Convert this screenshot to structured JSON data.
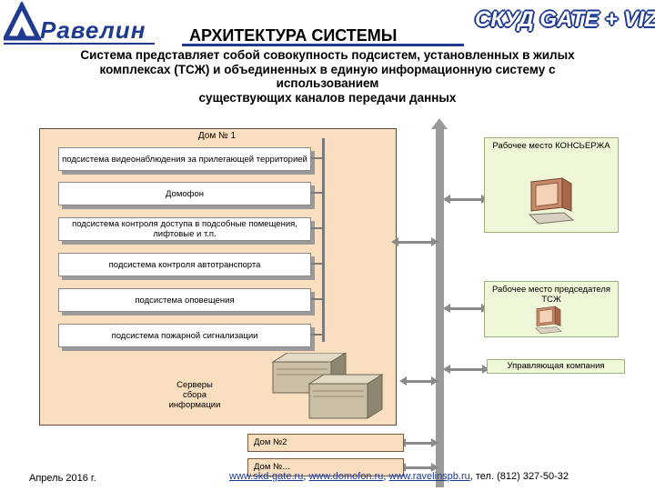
{
  "header": {
    "logo_text": "Равелин",
    "title": "АРХИТЕКТУРА СИСТЕМЫ",
    "brand": "СКУД GATE + VIZIT"
  },
  "intro": {
    "lines": [
      "Система представляет собой совокупность подсистем, установленных в жилых",
      "комплексах (ТСЖ) и объединенных в единую информационную систему с",
      "использованием",
      "существующих каналов передачи данных"
    ]
  },
  "house": {
    "label": "Дом № 1",
    "subsystems": [
      "подсистема видеонаблюдения за прилегающей территорией",
      "Домофон",
      "подсистема контроля доступа в подсобные помещения, лифтовые и т.п.",
      "подсистема контроля автотранспорта",
      "подсистема оповещения",
      "подсистема пожарной сигнализации"
    ],
    "servers_label": "Серверы сбора информации"
  },
  "workplaces": [
    "Рабочее место КОНСЬЕРЖА",
    "Рабочее место председателя ТСЖ",
    "Управляющая компания"
  ],
  "other_houses": [
    "Дом №2",
    "Дом №…"
  ],
  "footer": {
    "date": "Апрель 2016 г.",
    "link1": "www.skd-gate.ru",
    "link2": "www.domofon.ru",
    "link3": "www.ravelinspb.ru",
    "phone": "тел. (812) 327-50-32"
  },
  "colors": {
    "brand_blue": "#1f3a8f",
    "house_fill": "#f9dfbf",
    "workplace_fill": "#eef8d8"
  }
}
